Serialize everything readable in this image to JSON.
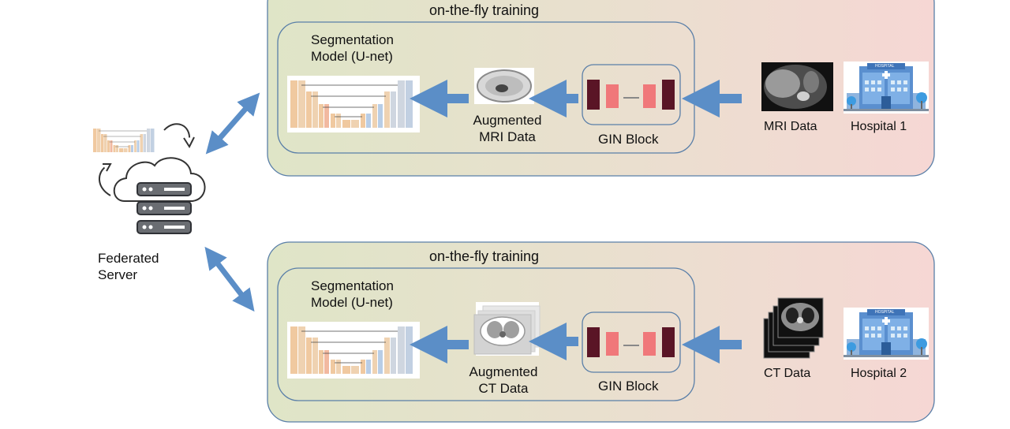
{
  "server": {
    "label": "Federated\nServer"
  },
  "panels": [
    {
      "title": "on-the-fly training",
      "model_label": "Segmentation\nModel (U-net)",
      "augmented_label": "Augmented\nMRI Data",
      "gin_label": "GIN Block",
      "data_label": "MRI Data",
      "hospital_label": "Hospital 1",
      "hospital_sign": "HOSPITAL"
    },
    {
      "title": "on-the-fly training",
      "model_label": "Segmentation\nModel (U-net)",
      "augmented_label": "Augmented\nCT Data",
      "gin_label": "GIN Block",
      "data_label": "CT Data",
      "hospital_label": "Hospital 2",
      "hospital_sign": "HOSPITAL"
    }
  ],
  "colors": {
    "arrow": "#5b8ec7",
    "panel_border": "#5a7fa8",
    "gin_dark": "#5a1526",
    "gin_light": "#f0787a",
    "unet_orange": "#f0c9a0",
    "unet_blue": "#b8cde6",
    "unet_gray": "#cfd6e0"
  },
  "icons": [
    "cloud-server-icon",
    "refresh-arrow-icon",
    "hospital-building-icon"
  ]
}
